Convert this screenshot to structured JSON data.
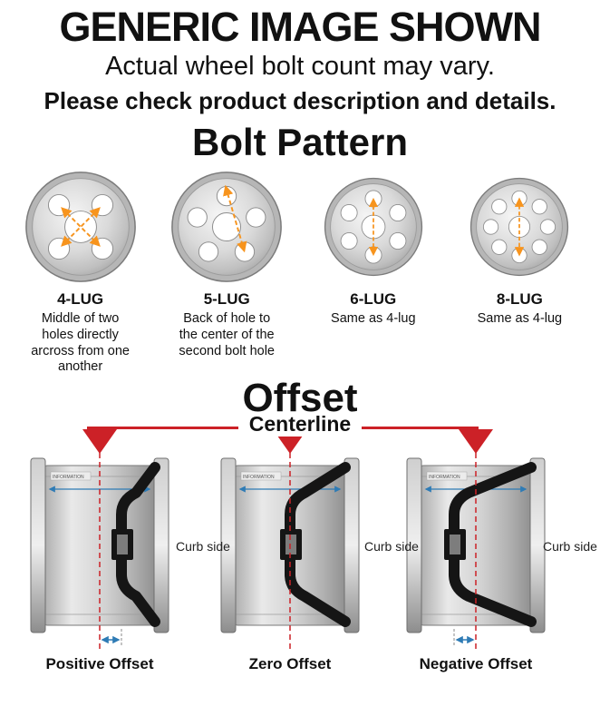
{
  "header": {
    "title": "GENERIC IMAGE SHOWN",
    "subtitle": "Actual wheel bolt count may vary.",
    "note": "Please check product description and details."
  },
  "bolt_pattern": {
    "title": "Bolt Pattern",
    "items": [
      {
        "label": "4-LUG",
        "description": "Middle of two holes directly arcross from one another"
      },
      {
        "label": "5-LUG",
        "description": "Back of hole to the center of the second bolt hole"
      },
      {
        "label": "6-LUG",
        "description": "Same as 4-lug"
      },
      {
        "label": "8-LUG",
        "description": "Same as 4-lug"
      }
    ]
  },
  "offset": {
    "title": "Offset",
    "centerline_label": "Centerline",
    "curb_side_label": "Curb side",
    "watermark": "INFORMATION",
    "items": [
      {
        "label": "Positive Offset"
      },
      {
        "label": "Zero Offset"
      },
      {
        "label": "Negative Offset"
      }
    ],
    "colors": {
      "red": "#cc2127",
      "orange": "#f7941d",
      "blue": "#2e7bb5"
    }
  }
}
